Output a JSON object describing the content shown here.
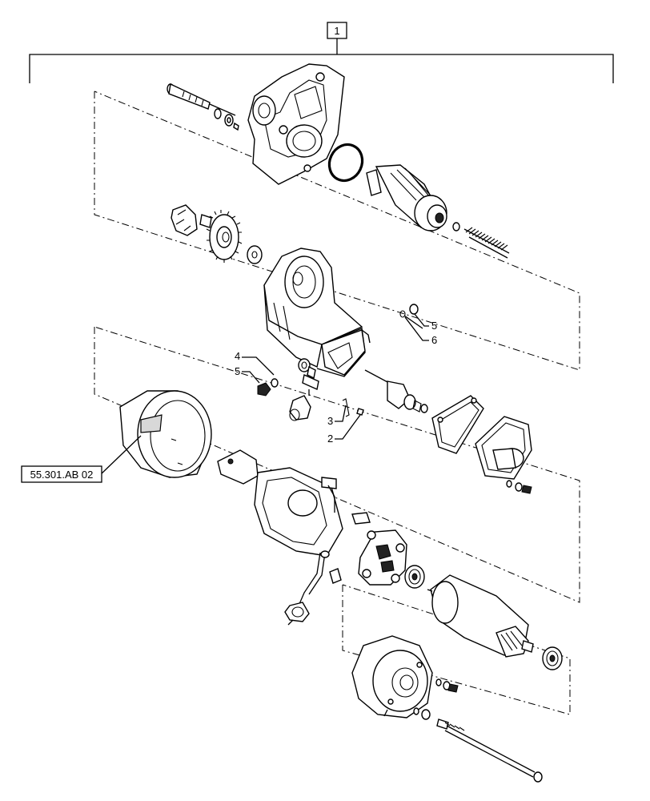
{
  "assembly_callout": "1",
  "reference_box": "55.301.AB 02",
  "callouts": {
    "c4": "4",
    "c5_left": "5",
    "c5_right": "5",
    "c6": "6",
    "c3": "3",
    "c2": "2"
  }
}
